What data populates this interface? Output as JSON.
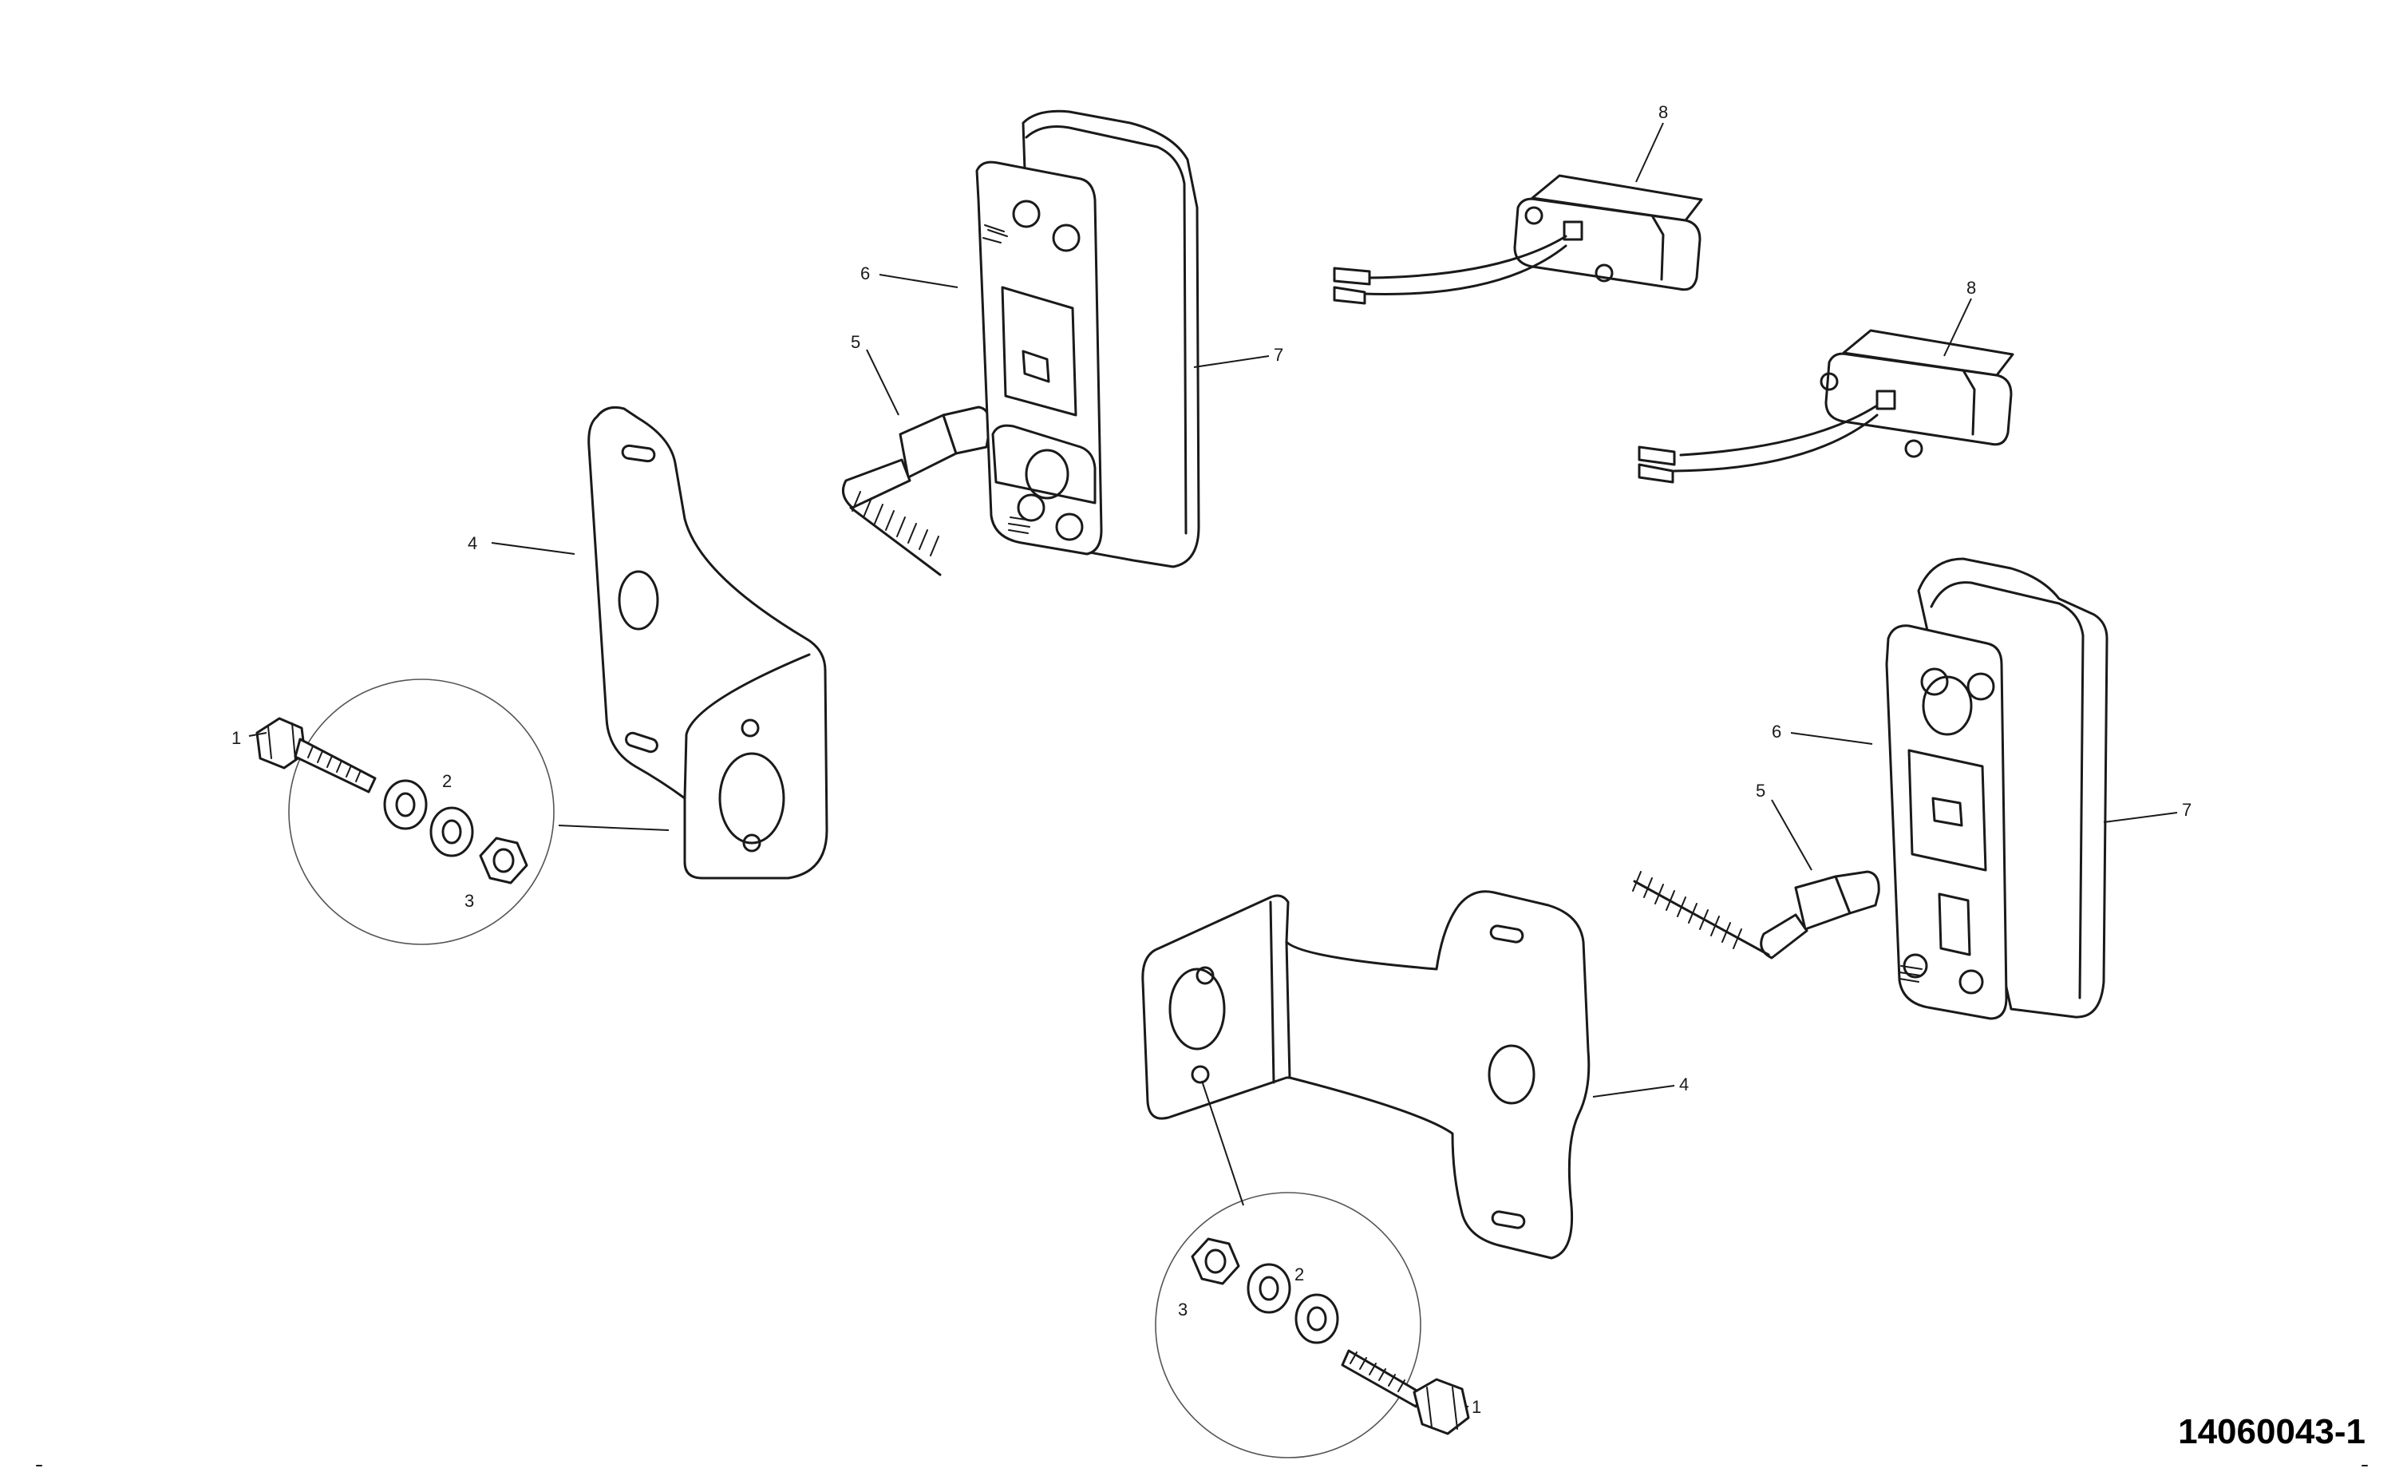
{
  "labels": {
    "l1a": "1",
    "l2a": "2",
    "l3a": "3",
    "l4a": "4",
    "l5a": "5",
    "l6a": "6",
    "l7a": "7",
    "l8a": "8",
    "l8b": "8",
    "l1b": "1",
    "l2b": "2",
    "l3b": "3",
    "l4b": "4",
    "l5b": "5",
    "l6b": "6",
    "l7b": "7"
  },
  "document_number": "14060043-1"
}
